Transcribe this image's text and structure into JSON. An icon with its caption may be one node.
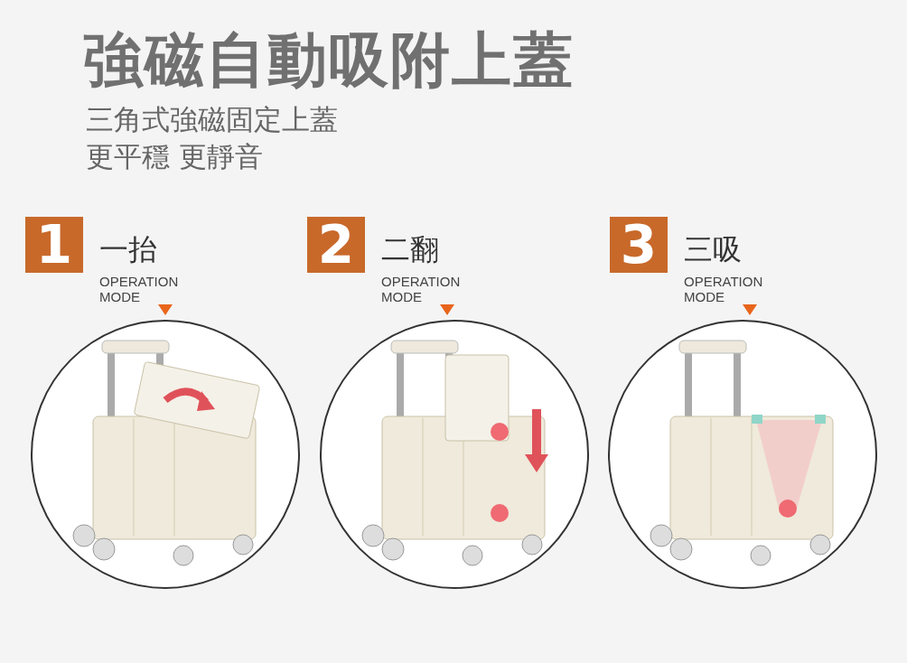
{
  "diagram": {
    "title": "強磁自動吸附上蓋",
    "nodes": [
      {
        "text": [
          "1"
        ],
        "beside": [
          "一抬",
          "OPERATION MODE"
        ]
      },
      {
        "text": [],
        "shape": "picture"
      },
      {
        "text": [
          "2"
        ],
        "beside": [
          "二翻",
          "OPERATION MODE"
        ]
      },
      {
        "text": [],
        "shape": "picture"
      },
      {
        "text": [
          "3"
        ],
        "beside": [
          "三吸",
          "OPERATION MODE"
        ]
      },
      {
        "text": [],
        "shape": "picture"
      }
    ],
    "edges": [],
    "labels": [
      "三角式強磁固定上蓋",
      "更平穩 更靜音"
    ]
  }
}
